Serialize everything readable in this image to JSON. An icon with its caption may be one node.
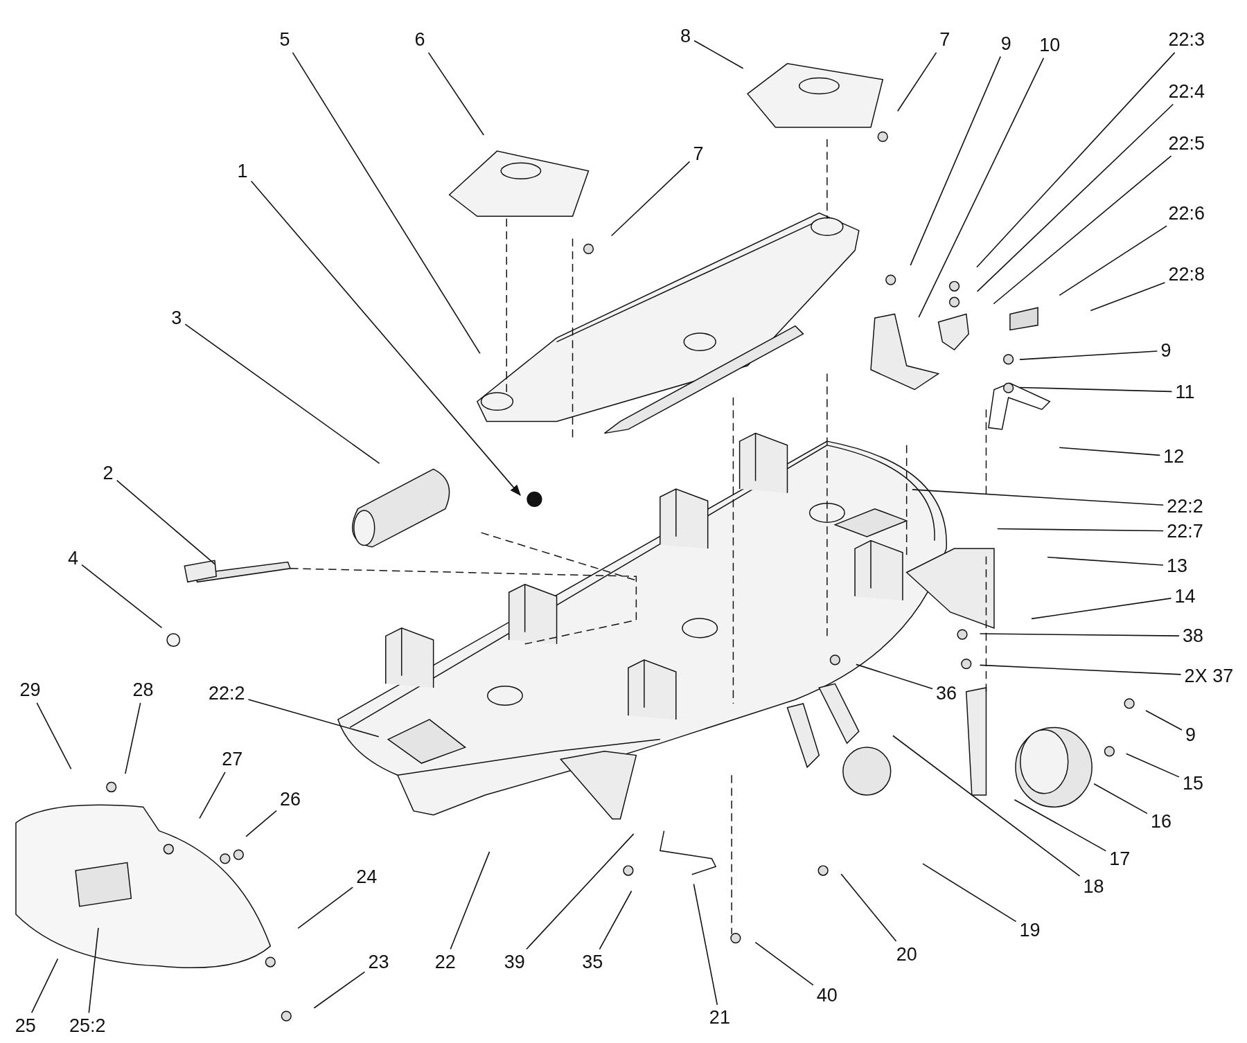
{
  "diagram": {
    "nodes": [
      {
        "text": [
          "5"
        ]
      },
      {
        "text": [
          "6"
        ]
      },
      {
        "text": [
          "8"
        ]
      },
      {
        "text": [
          "7"
        ]
      },
      {
        "text": [
          "9"
        ]
      },
      {
        "text": [
          "10"
        ]
      },
      {
        "text": [
          "22:3"
        ]
      },
      {
        "text": [
          "22:4"
        ]
      },
      {
        "text": [
          "22:5"
        ]
      },
      {
        "text": [
          "22:6"
        ]
      },
      {
        "text": [
          "22:8"
        ]
      },
      {
        "text": [
          "1"
        ]
      },
      {
        "text": [
          "7"
        ]
      },
      {
        "text": [
          "3"
        ]
      },
      {
        "text": [
          "9"
        ]
      },
      {
        "text": [
          "11"
        ]
      },
      {
        "text": [
          "12"
        ]
      },
      {
        "text": [
          "2"
        ]
      },
      {
        "text": [
          "22:2"
        ]
      },
      {
        "text": [
          "22:7"
        ]
      },
      {
        "text": [
          "4"
        ]
      },
      {
        "text": [
          "13"
        ]
      },
      {
        "text": [
          "14"
        ]
      },
      {
        "text": [
          "38"
        ]
      },
      {
        "text": [
          "2X 37"
        ]
      },
      {
        "text": [
          "29"
        ]
      },
      {
        "text": [
          "28"
        ]
      },
      {
        "text": [
          "22:2"
        ]
      },
      {
        "text": [
          "36"
        ]
      },
      {
        "text": [
          "9"
        ]
      },
      {
        "text": [
          "15"
        ]
      },
      {
        "text": [
          "27"
        ]
      },
      {
        "text": [
          "26"
        ]
      },
      {
        "text": [
          "16"
        ]
      },
      {
        "text": [
          "17"
        ]
      },
      {
        "text": [
          "18"
        ]
      },
      {
        "text": [
          "24"
        ]
      },
      {
        "text": [
          "19"
        ]
      },
      {
        "text": [
          "20"
        ]
      },
      {
        "text": [
          "23"
        ]
      },
      {
        "text": [
          "22"
        ]
      },
      {
        "text": [
          "39"
        ]
      },
      {
        "text": [
          "35"
        ]
      },
      {
        "text": [
          "40"
        ]
      },
      {
        "text": [
          "21"
        ]
      },
      {
        "text": [
          "25"
        ]
      },
      {
        "text": [
          "25:2"
        ]
      }
    ],
    "edges": [
      {
        "from": 0,
        "to": null,
        "arrow": "none"
      },
      {
        "from": 1,
        "to": null,
        "arrow": "none"
      },
      {
        "from": 2,
        "to": null,
        "arrow": "none"
      },
      {
        "from": 3,
        "to": null,
        "arrow": "none"
      },
      {
        "from": 4,
        "to": null,
        "arrow": "none"
      },
      {
        "from": 5,
        "to": null,
        "arrow": "none"
      },
      {
        "from": 6,
        "to": null,
        "arrow": "none"
      },
      {
        "from": 7,
        "to": null,
        "arrow": "none"
      },
      {
        "from": 8,
        "to": null,
        "arrow": "none"
      },
      {
        "from": 9,
        "to": null,
        "arrow": "none"
      },
      {
        "from": 10,
        "to": null,
        "arrow": "none"
      },
      {
        "from": 11,
        "to": null,
        "arrow": "to"
      },
      {
        "from": 12,
        "to": null,
        "arrow": "none"
      },
      {
        "from": 13,
        "to": null,
        "arrow": "none"
      },
      {
        "from": 14,
        "to": null,
        "arrow": "none"
      },
      {
        "from": 15,
        "to": null,
        "arrow": "none"
      },
      {
        "from": 16,
        "to": null,
        "arrow": "none"
      },
      {
        "from": 17,
        "to": null,
        "arrow": "none"
      },
      {
        "from": 18,
        "to": null,
        "arrow": "none"
      },
      {
        "from": 19,
        "to": null,
        "arrow": "none"
      },
      {
        "from": 20,
        "to": null,
        "arrow": "none"
      },
      {
        "from": 21,
        "to": null,
        "arrow": "none"
      },
      {
        "from": 22,
        "to": null,
        "arrow": "none"
      },
      {
        "from": 23,
        "to": null,
        "arrow": "none"
      },
      {
        "from": 24,
        "to": null,
        "arrow": "none"
      },
      {
        "from": 25,
        "to": null,
        "arrow": "none"
      },
      {
        "from": 26,
        "to": null,
        "arrow": "none"
      },
      {
        "from": 27,
        "to": null,
        "arrow": "none"
      },
      {
        "from": 28,
        "to": null,
        "arrow": "none"
      },
      {
        "from": 29,
        "to": null,
        "arrow": "none"
      },
      {
        "from": 30,
        "to": null,
        "arrow": "none"
      },
      {
        "from": 31,
        "to": null,
        "arrow": "none"
      },
      {
        "from": 32,
        "to": null,
        "arrow": "none"
      },
      {
        "from": 33,
        "to": null,
        "arrow": "none"
      },
      {
        "from": 34,
        "to": null,
        "arrow": "none"
      },
      {
        "from": 35,
        "to": null,
        "arrow": "none"
      },
      {
        "from": 36,
        "to": null,
        "arrow": "none"
      },
      {
        "from": 37,
        "to": null,
        "arrow": "none"
      },
      {
        "from": 38,
        "to": null,
        "arrow": "none"
      },
      {
        "from": 39,
        "to": null,
        "arrow": "none"
      },
      {
        "from": 40,
        "to": null,
        "arrow": "none"
      },
      {
        "from": 41,
        "to": null,
        "arrow": "none"
      },
      {
        "from": 42,
        "to": null,
        "arrow": "none"
      },
      {
        "from": 43,
        "to": null,
        "arrow": "none"
      },
      {
        "from": 44,
        "to": null,
        "arrow": "none"
      },
      {
        "from": 45,
        "to": null,
        "arrow": "none"
      },
      {
        "from": 46,
        "to": null,
        "arrow": "none"
      }
    ]
  }
}
